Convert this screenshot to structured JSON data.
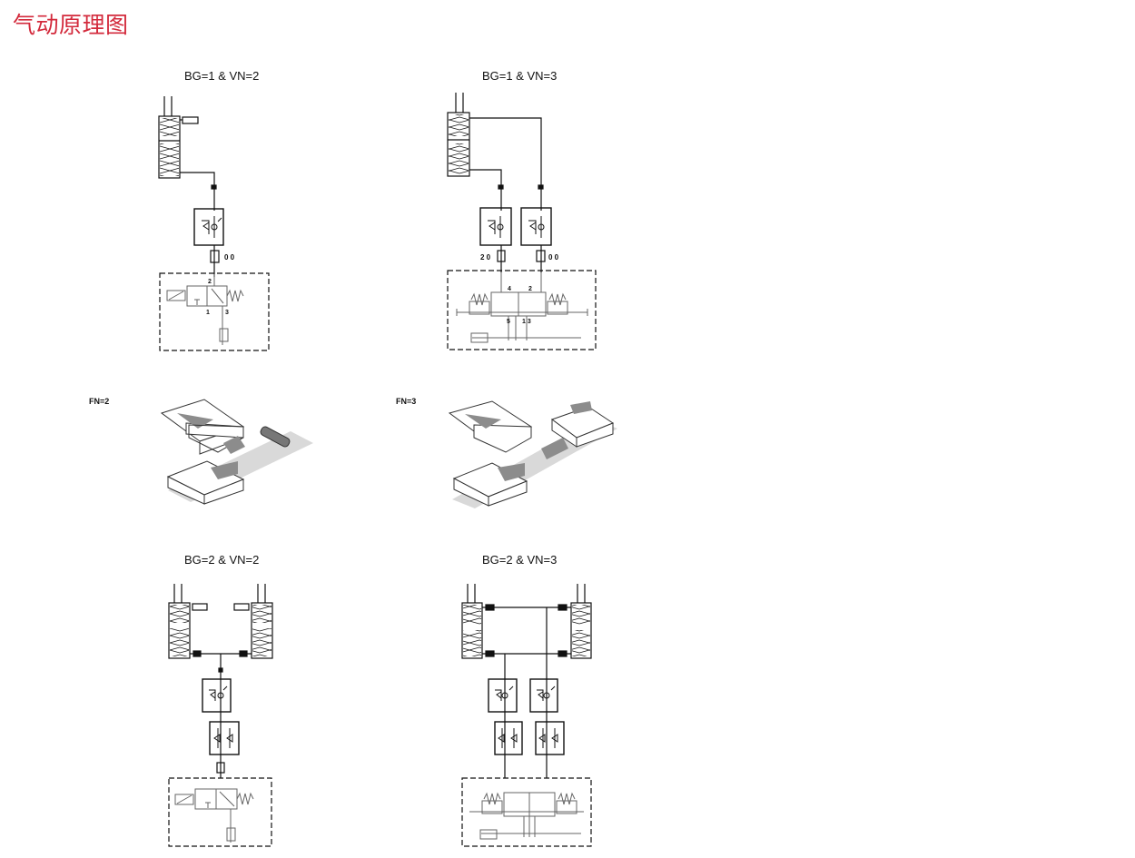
{
  "header": {
    "title": "气动原理图"
  },
  "diagrams": {
    "d1": {
      "caption": "BG=1 & VN=2"
    },
    "d2": {
      "caption": "BG=1 & VN=3"
    },
    "d3": {
      "caption": "BG=2 & VN=2"
    },
    "d4": {
      "caption": "BG=2 & VN=3"
    }
  },
  "illustrations": {
    "i1": {
      "tag": "FN=2"
    },
    "i2": {
      "tag": "FN=3"
    }
  },
  "colors": {
    "title": "#d32a3c",
    "line": "#111111",
    "gray_line": "#666666",
    "shade": "#cfcfcf"
  }
}
